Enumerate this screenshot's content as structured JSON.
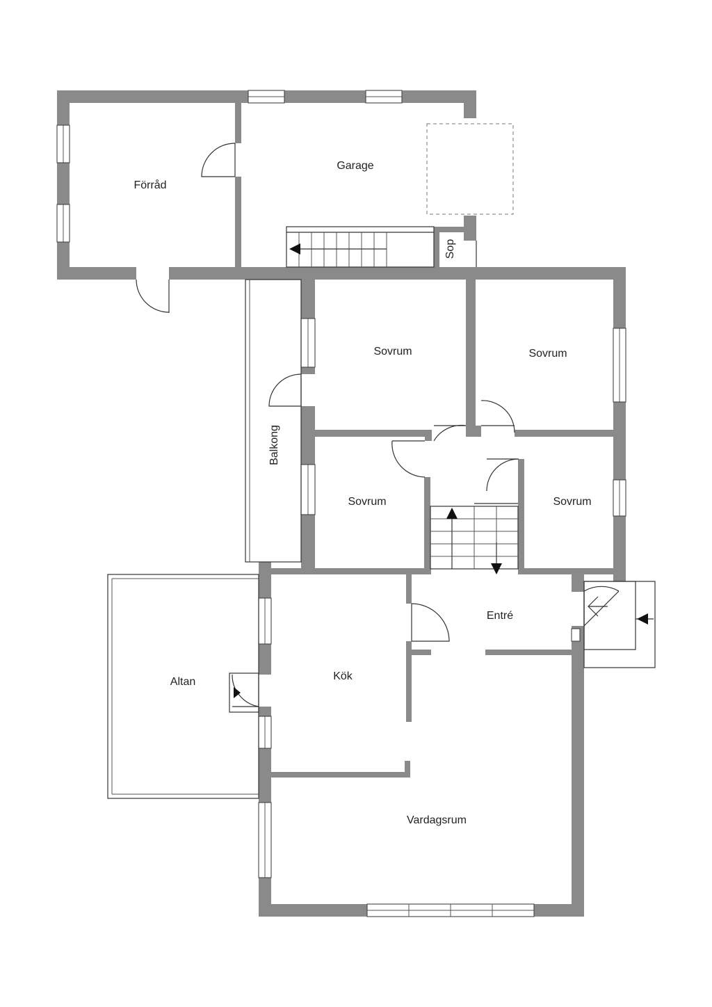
{
  "plan": {
    "rooms": {
      "forrad": "Förråd",
      "garage": "Garage",
      "sop": "Sop",
      "sovrum_1": "Sovrum",
      "sovrum_2": "Sovrum",
      "sovrum_3": "Sovrum",
      "sovrum_4": "Sovrum",
      "balkong": "Balkong",
      "entre": "Entré",
      "kok": "Kök",
      "altan": "Altan",
      "vardagsrum": "Vardagsrum"
    },
    "colors": {
      "wall": "#8a8a8a",
      "line": "#333333",
      "background": "#ffffff"
    }
  }
}
